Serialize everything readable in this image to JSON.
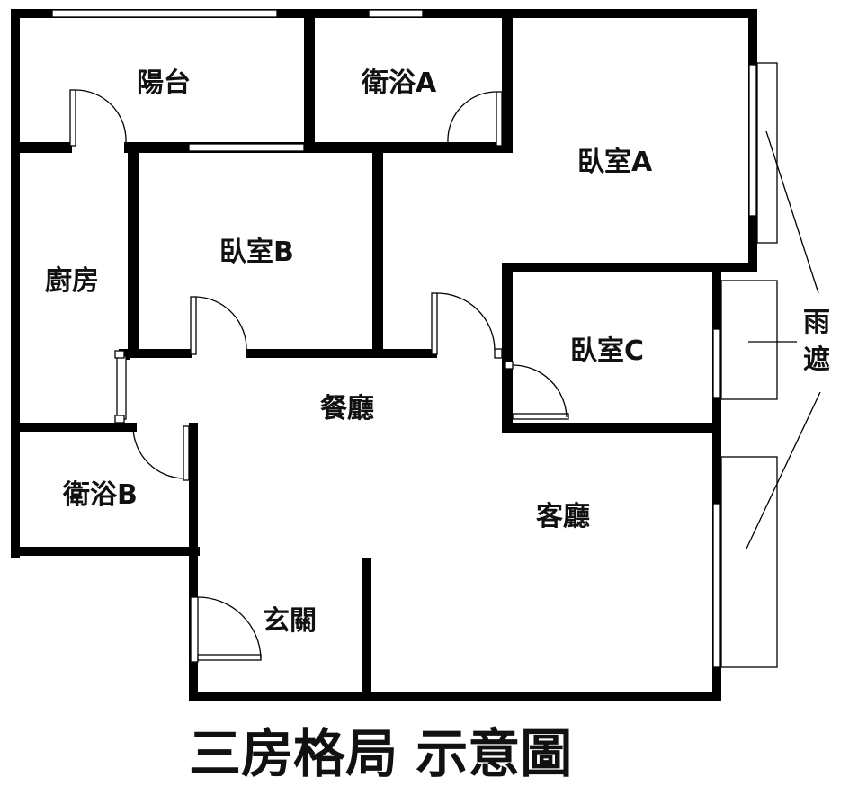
{
  "title": "三房格局 示意圖",
  "rooms": {
    "balcony": "陽台",
    "bath_a": "衛浴A",
    "bedroom_a": "臥室A",
    "kitchen": "廚房",
    "bedroom_b": "臥室B",
    "bedroom_c": "臥室C",
    "dining": "餐廳",
    "bath_b": "衛浴B",
    "living": "客廳",
    "entrance": "玄關"
  },
  "awning": [
    "雨",
    "遮"
  ],
  "colors": {
    "wall": "#000000",
    "background": "#ffffff",
    "text": "#111111"
  }
}
